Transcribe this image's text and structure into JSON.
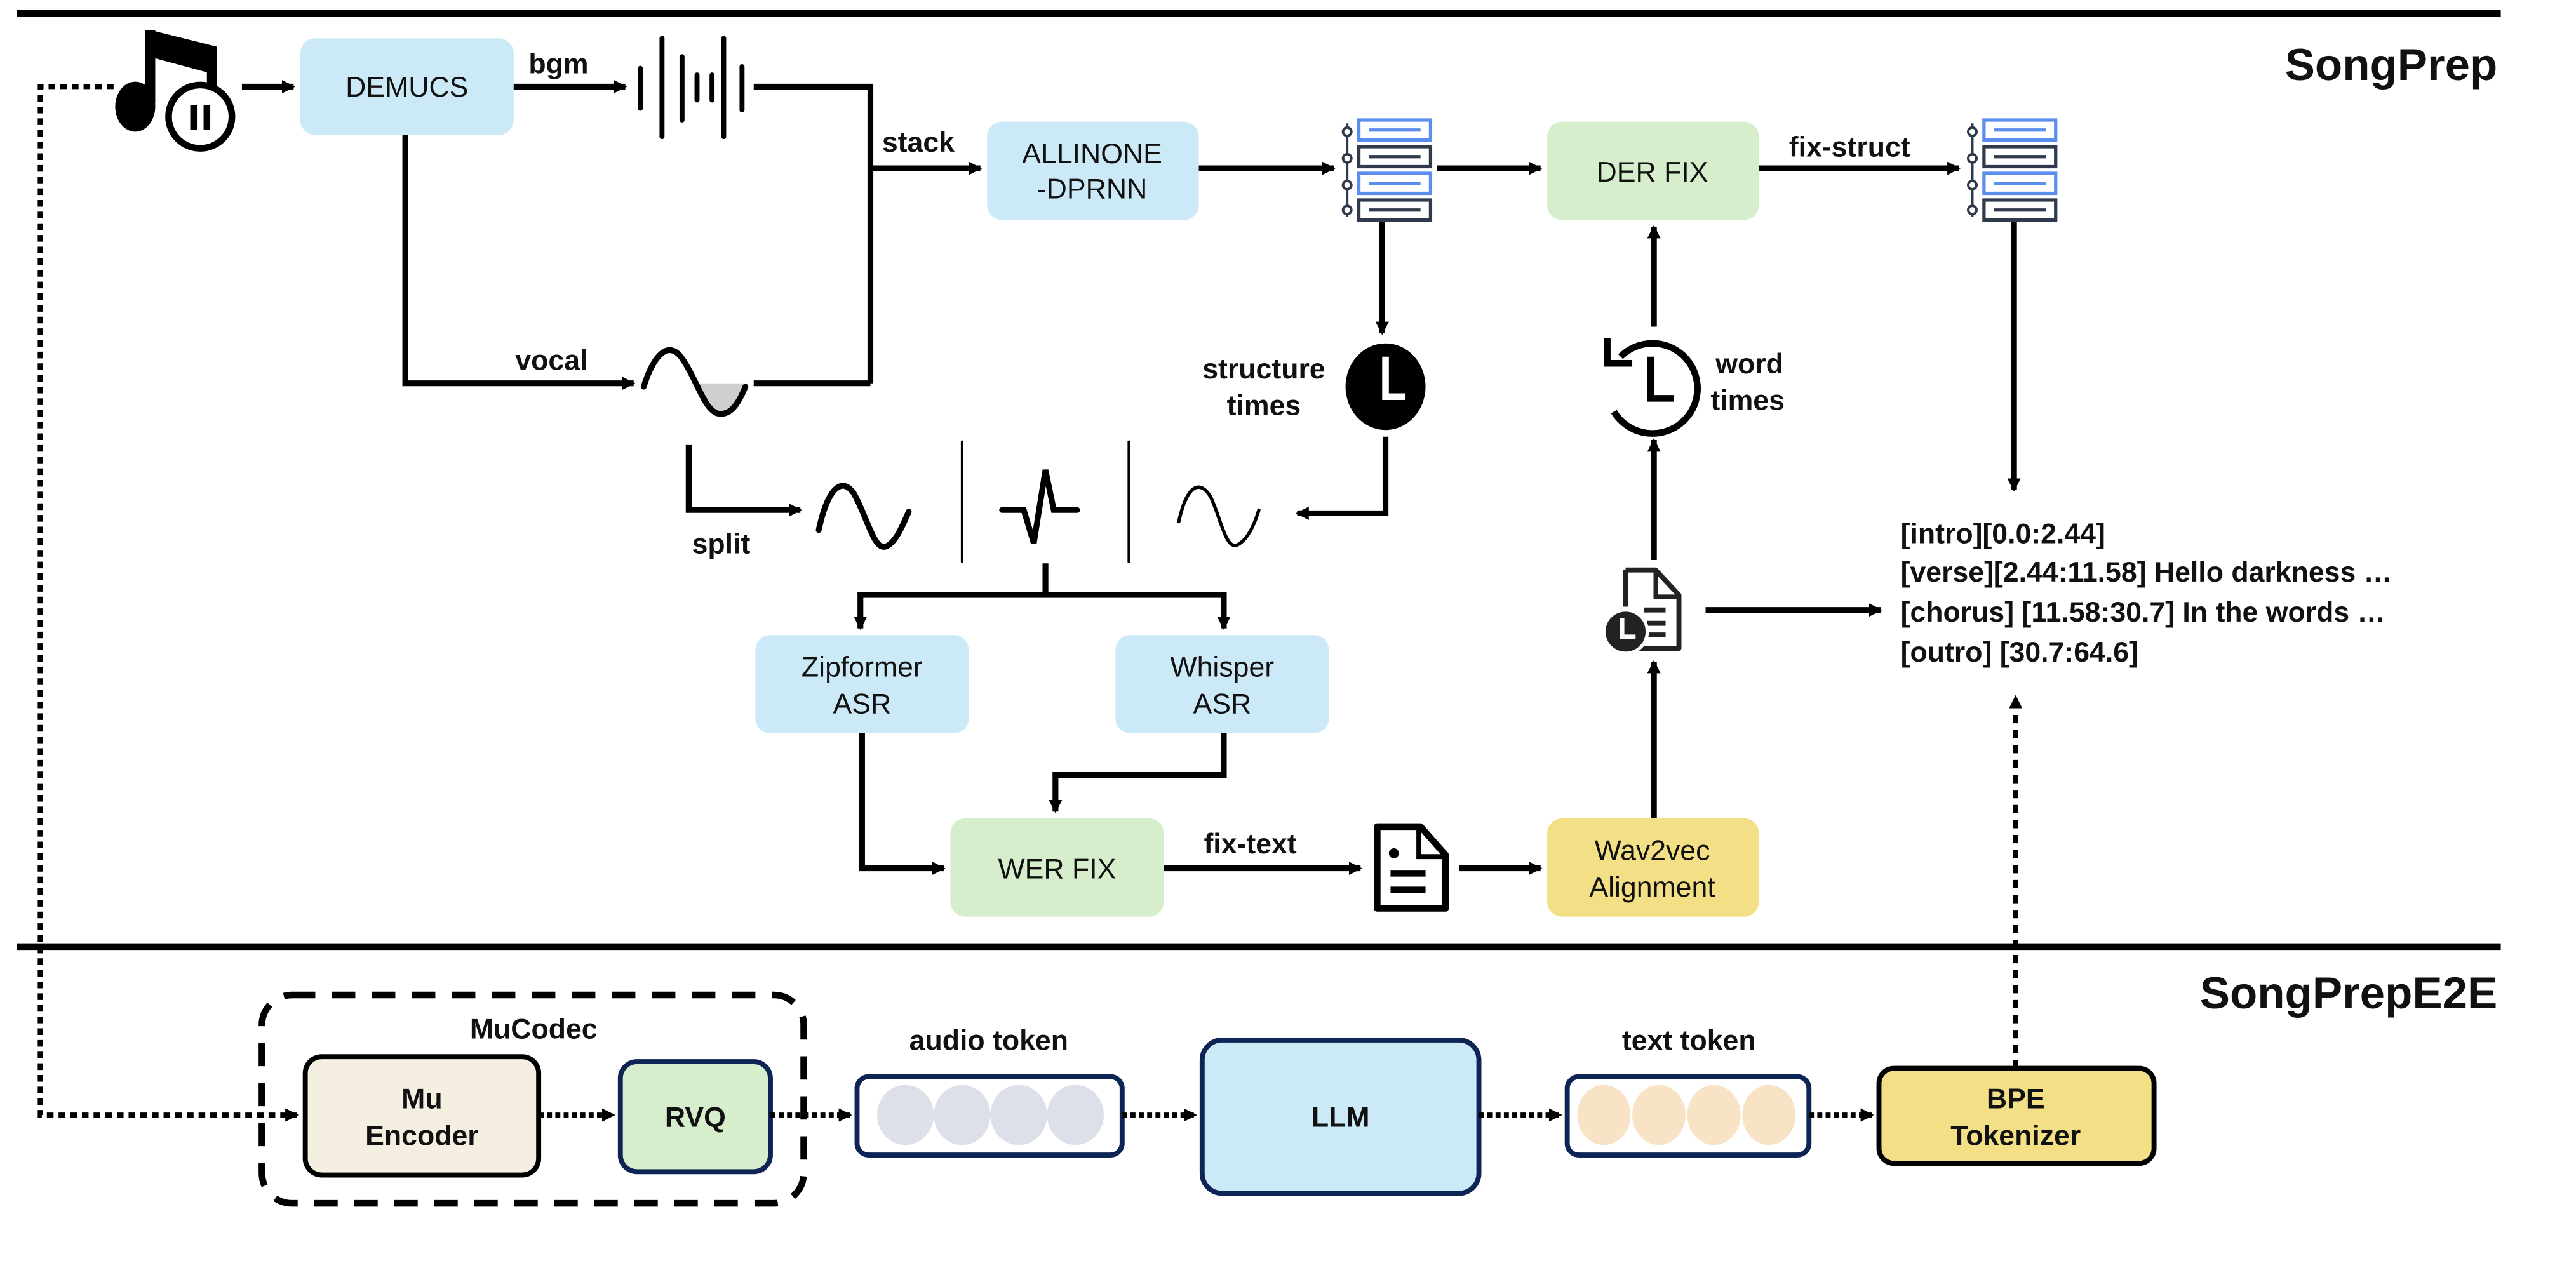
{
  "sections": {
    "top_title": "SongPrep",
    "bottom_title": "SongPrepE2E"
  },
  "colors": {
    "blue_box": "#cce9f7",
    "green_box": "#d7eecd",
    "yellow_box": "#f3df85",
    "cream_box": "#f4efe1",
    "navy_border": "#0d2454",
    "audio_token_dot": "#dde0e8",
    "text_token_dot": "#f8e3c6",
    "struct_blue": "#5b8def",
    "struct_dark": "#2f3a4c"
  },
  "songprep": {
    "nodes": {
      "demucs": "DEMUCS",
      "allinone_line1": "ALLINONE",
      "allinone_line2": "-DPRNN",
      "der_fix": "DER FIX",
      "zipformer_line1": "Zipformer",
      "zipformer_line2": "ASR",
      "whisper_line1": "Whisper",
      "whisper_line2": "ASR",
      "wer_fix": "WER FIX",
      "wav2vec_line1": "Wav2vec",
      "wav2vec_line2": "Alignment"
    },
    "edges": {
      "bgm": "bgm",
      "vocal": "vocal",
      "stack": "stack",
      "fix_struct": "fix-struct",
      "split": "split",
      "fix_text": "fix-text",
      "structure_times_line1": "structure",
      "structure_times_line2": "times",
      "word_times_line1": "word",
      "word_times_line2": "times"
    },
    "icons": [
      "music-note-pause-icon",
      "bgm-waveform-icon",
      "vocal-sine-wave-icon",
      "structure-list-icon",
      "clock-filled-icon",
      "clock-history-icon",
      "split-wave-icon",
      "spike-wave-icon",
      "document-icon",
      "document-clock-icon"
    ],
    "output_lines": [
      "[intro][0.0:2.44]",
      "[verse][2.44:11.58] Hello darkness …",
      "[chorus] [11.58:30.7] In the words …",
      "[outro] [30.7:64.6]"
    ]
  },
  "songprep_e2e": {
    "group_label": "MuCodec",
    "mu_encoder_line1": "Mu",
    "mu_encoder_line2": "Encoder",
    "rvq": "RVQ",
    "audio_token": "audio token",
    "llm": "LLM",
    "text_token": "text token",
    "bpe_line1": "BPE",
    "bpe_line2": "Tokenizer"
  }
}
